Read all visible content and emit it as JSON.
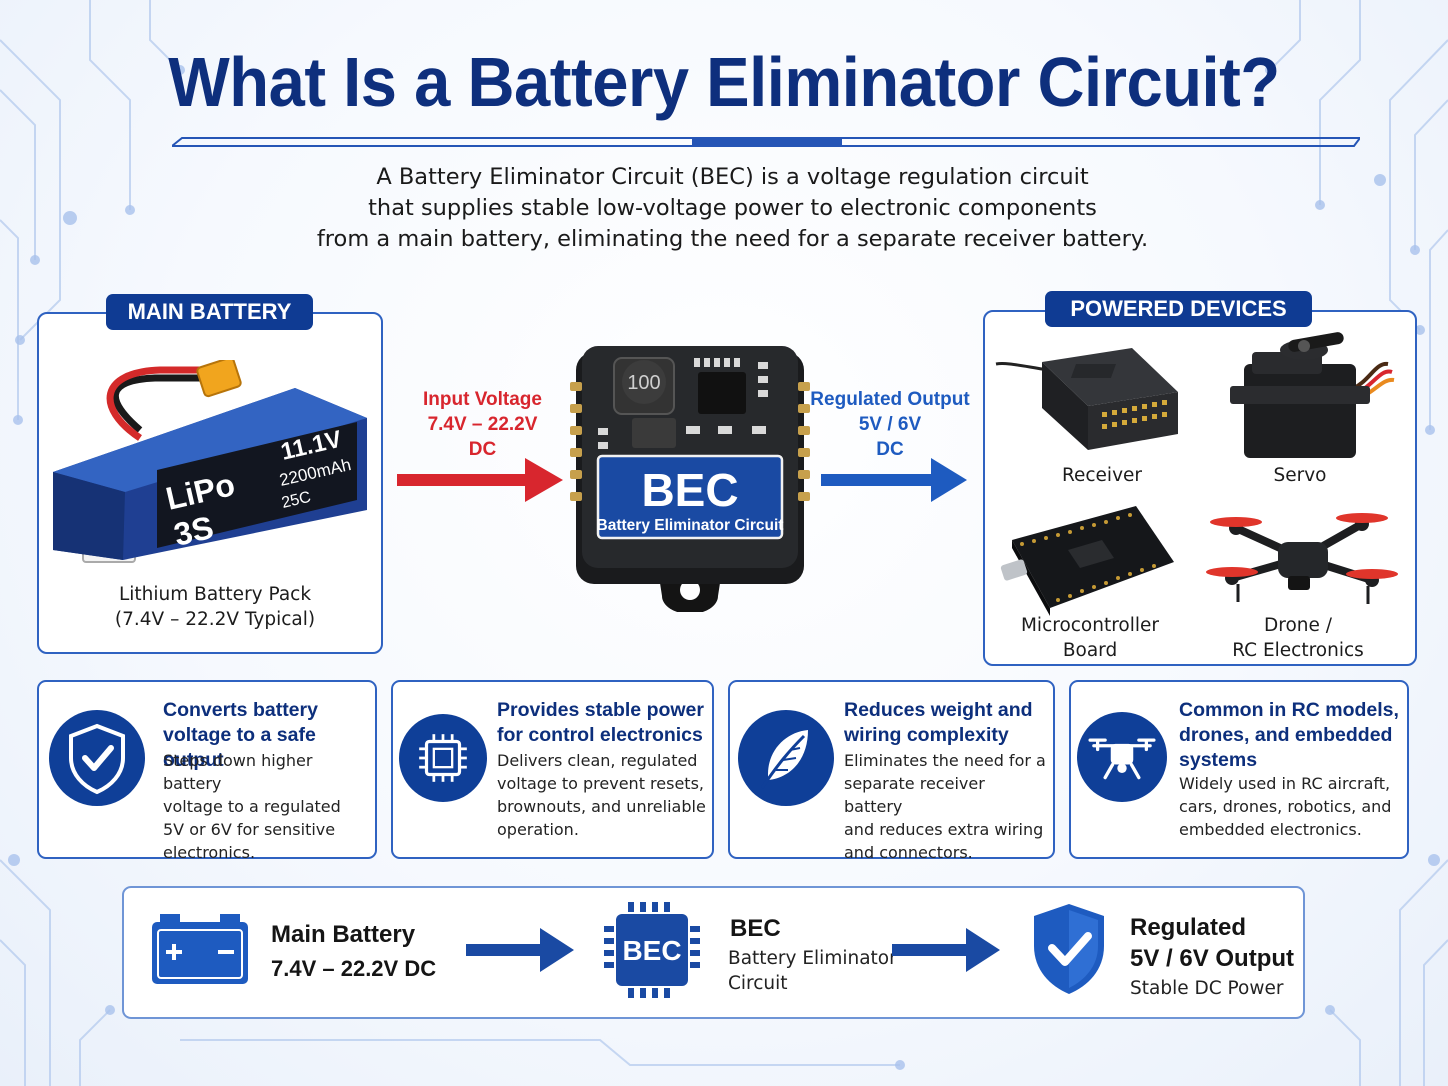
{
  "title": "What Is a Battery Eliminator Circuit?",
  "intro": [
    "A Battery Eliminator Circuit (BEC) is a voltage regulation circuit",
    "that supplies stable low-voltage power to electronic components",
    "from a main battery, eliminating the need for a separate receiver battery."
  ],
  "main_battery": {
    "tab": "MAIN BATTERY",
    "battery_label": {
      "line1": "LiPo",
      "line2": "3S",
      "voltage": "11.1V",
      "capacity": "2200mAh",
      "rating": "25C"
    },
    "caption": [
      "Lithium Battery Pack",
      "(7.4V – 22.2V Typical)"
    ]
  },
  "input": {
    "line1": "Input Voltage",
    "line2": "7.4V – 22.2V",
    "line3": "DC"
  },
  "bec_module": {
    "inductor": "100",
    "title": "BEC",
    "subtitle": "Battery Eliminator Circuit"
  },
  "output": {
    "line1": "Regulated Output",
    "line2": "5V / 6V",
    "line3": "DC"
  },
  "powered_devices": {
    "tab": "POWERED DEVICES",
    "receiver": [
      "Receiver"
    ],
    "servo": [
      "Servo"
    ],
    "microcontroller": [
      "Microcontroller",
      "Board"
    ],
    "drone": [
      "Drone /",
      "RC Electronics"
    ]
  },
  "features": [
    {
      "icon": "shield-check-icon",
      "title": [
        "Converts battery",
        "voltage to a safe output"
      ],
      "body": [
        "Steps down higher battery",
        "voltage to a regulated",
        "5V or 6V for sensitive",
        "electronics."
      ]
    },
    {
      "icon": "chip-icon",
      "title": [
        "Provides stable power",
        "for control electronics"
      ],
      "body": [
        "Delivers clean, regulated",
        "voltage to prevent resets,",
        "brownouts, and unreliable",
        "operation."
      ]
    },
    {
      "icon": "feather-icon",
      "title": [
        "Reduces weight and",
        "wiring complexity"
      ],
      "body": [
        "Eliminates the need for a",
        "separate receiver battery",
        "and reduces extra wiring",
        "and connectors."
      ]
    },
    {
      "icon": "drone-icon",
      "title": [
        "Common in RC models,",
        "drones, and embedded",
        "systems"
      ],
      "body": [
        "Widely used in RC aircraft,",
        "cars, drones, robotics, and",
        "embedded electronics."
      ]
    }
  ],
  "flow": {
    "battery": {
      "title": "Main Battery",
      "sub": "7.4V – 22.2V DC"
    },
    "bec": {
      "chip_label": "BEC",
      "title": "BEC",
      "sub": [
        "Battery Eliminator",
        "Circuit"
      ]
    },
    "output": {
      "title": [
        "Regulated",
        "5V / 6V Output"
      ],
      "sub": "Stable DC Power"
    }
  },
  "colors": {
    "navy": "#0f3b93",
    "title": "#0e2f7d",
    "red": "#d8262e",
    "blue": "#1e5bc0",
    "panel_border": "#2f62c1"
  }
}
